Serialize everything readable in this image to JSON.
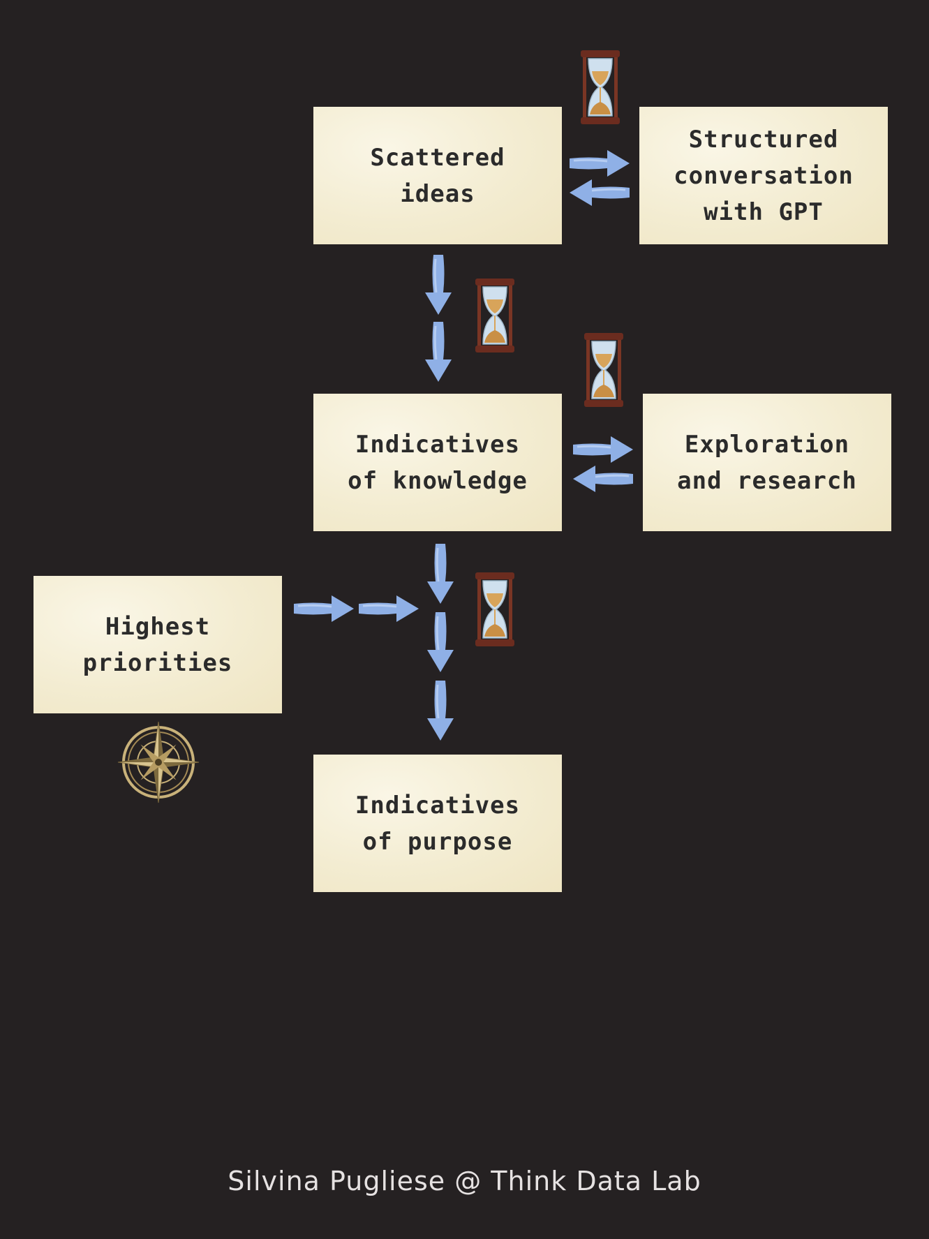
{
  "diagram": {
    "nodes": {
      "scattered_ideas": "Scattered\nideas",
      "structured_conversation": "Structured\nconversation\nwith GPT",
      "indicatives_knowledge": "Indicatives\nof knowledge",
      "exploration_research": "Exploration\nand research",
      "highest_priorities": "Highest\npriorities",
      "indicatives_purpose": "Indicatives\nof purpose"
    },
    "edges": [
      {
        "from": "scattered_ideas",
        "to": "structured_conversation",
        "bidirectional": true
      },
      {
        "from": "scattered_ideas",
        "to": "indicatives_knowledge"
      },
      {
        "from": "indicatives_knowledge",
        "to": "exploration_research",
        "bidirectional": true
      },
      {
        "from": "indicatives_knowledge",
        "to": "indicatives_purpose"
      },
      {
        "from": "highest_priorities",
        "to": "indicatives_purpose"
      }
    ],
    "icons": [
      "hourglass-icon",
      "compass-icon"
    ],
    "colors": {
      "background": "#252122",
      "card": "#f3ecd1",
      "arrow": "#8fb0e6",
      "text": "#2b2b2b"
    }
  },
  "footer": "Silvina Pugliese @ Think Data Lab"
}
